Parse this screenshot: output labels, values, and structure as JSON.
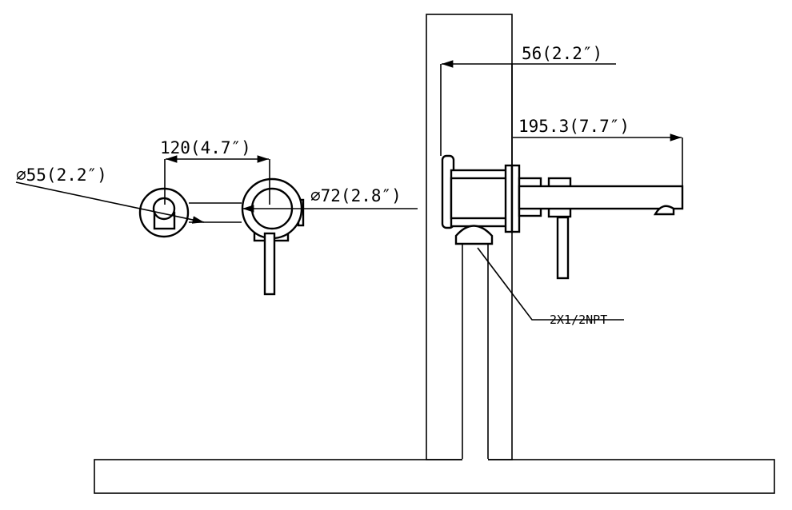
{
  "drawing": {
    "dimensions": {
      "escutcheon_small": "⌀55(2.2″)",
      "center_spacing": "120(4.7″)",
      "escutcheon_large": "⌀72(2.8″)",
      "wall_depth": "56(2.2″)",
      "spout_reach": "195.3(7.7″)",
      "connection": "2X1/2NPT"
    },
    "colors": {
      "line": "#000000",
      "background": "#ffffff"
    }
  }
}
